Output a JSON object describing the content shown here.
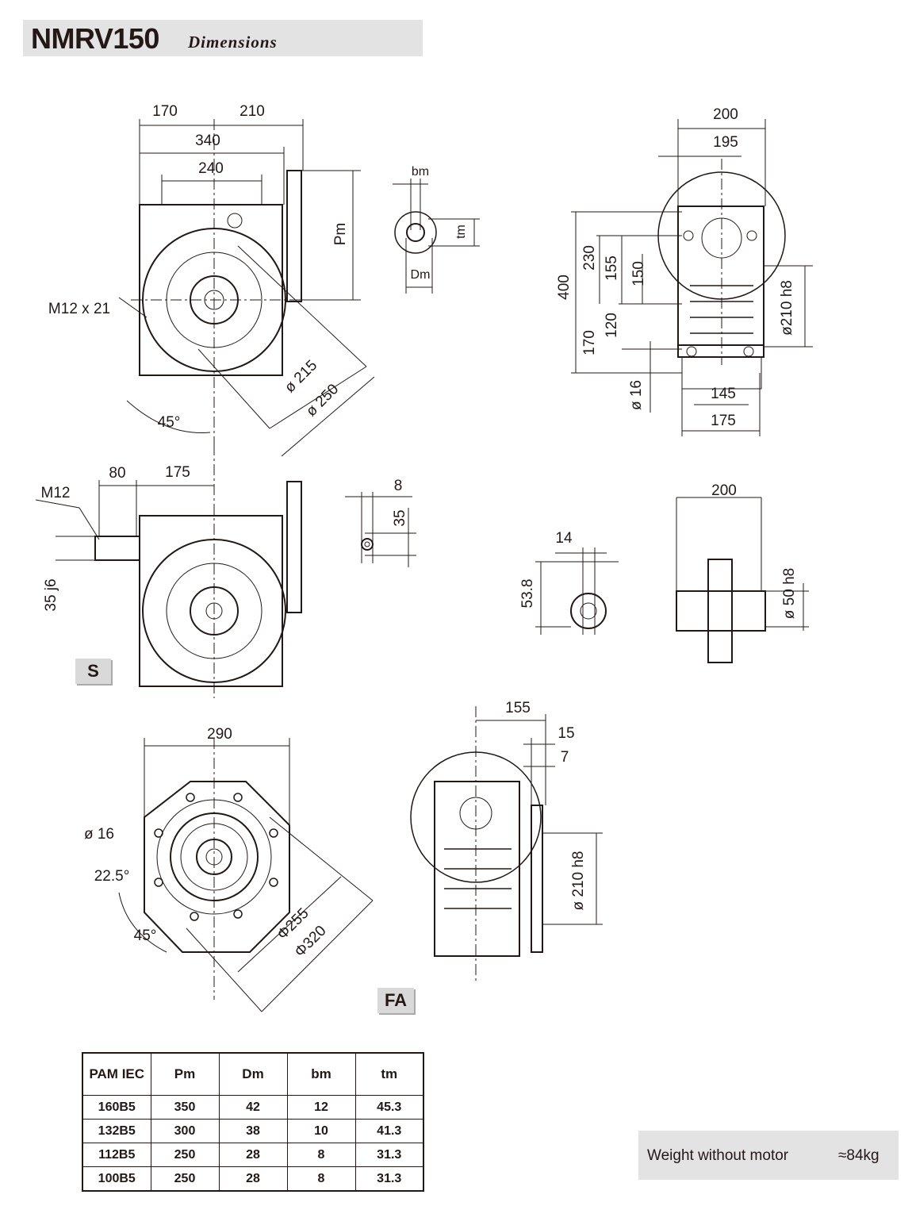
{
  "header": {
    "model": "NMRV150",
    "subtitle": "Dimensions"
  },
  "top_view": {
    "d170": "170",
    "d210": "210",
    "d340": "340",
    "d240": "240",
    "pm": "Pm",
    "thread": "M12 x 21",
    "dia215": "ø 215",
    "dia250": "ø 250",
    "angle": "45°"
  },
  "key_detail": {
    "bm": "bm",
    "tm": "tm",
    "dm": "Dm"
  },
  "side_view": {
    "d200": "200",
    "d195": "195",
    "d400": "400",
    "d230": "230",
    "d155": "155",
    "d150": "150",
    "d120": "120",
    "d170": "170",
    "dia16": "ø 16",
    "d145": "145",
    "d175": "175",
    "dia210": "ø210 h8"
  },
  "shaft_view": {
    "d80": "80",
    "d175": "175",
    "thread": "M12",
    "shaft": "35 j6",
    "badge": "S"
  },
  "shaft_key": {
    "d8": "8",
    "d35": "35"
  },
  "hollow_key": {
    "d14": "14",
    "d53": "53.8"
  },
  "hollow_shaft": {
    "d200": "200",
    "dia50": "ø 50 h8"
  },
  "flange_view": {
    "d290": "290",
    "dia16": "ø 16",
    "a22": "22.5°",
    "a45": "45°",
    "dia255": "Φ255",
    "dia320": "Φ320",
    "badge": "FA"
  },
  "flange_side": {
    "d155": "155",
    "d15": "15",
    "d7": "7",
    "dia210": "ø 210 h8"
  },
  "table": {
    "headers": [
      "PAM IEC",
      "Pm",
      "Dm",
      "bm",
      "tm"
    ],
    "rows": [
      [
        "160B5",
        "350",
        "42",
        "12",
        "45.3"
      ],
      [
        "132B5",
        "300",
        "38",
        "10",
        "41.3"
      ],
      [
        "112B5",
        "250",
        "28",
        "8",
        "31.3"
      ],
      [
        "100B5",
        "250",
        "28",
        "8",
        "31.3"
      ]
    ]
  },
  "weight": {
    "label": "Weight without motor",
    "value": "≈84kg"
  }
}
